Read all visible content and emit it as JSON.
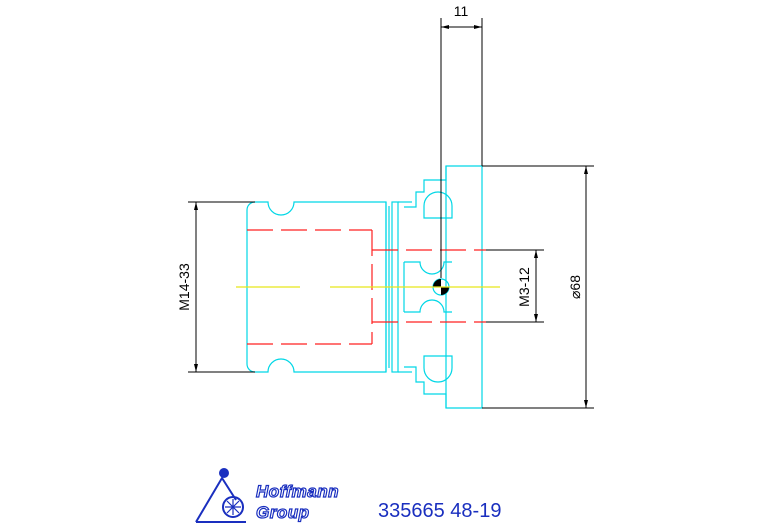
{
  "drawing": {
    "dimensions": {
      "top_width": "11",
      "left_thread": "M14-33",
      "inner_thread": "M3-12",
      "right_diameter": "⌀68"
    },
    "logo": {
      "line1": "Hoffmann",
      "line2": "Group"
    },
    "part_number": "335665 48-19"
  },
  "colors": {
    "outline": "#00d7e6",
    "hidden": "#ff2020",
    "centerline": "#e6e61a",
    "dimension": "#000000",
    "brand": "#1a2fbf"
  }
}
